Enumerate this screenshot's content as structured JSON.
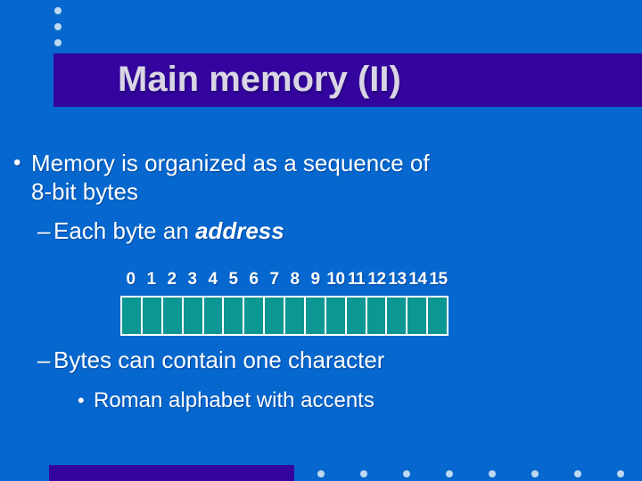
{
  "slide_title": "Main memory (II)",
  "bullets": {
    "bullet1": {
      "marker": "•",
      "line1": "Memory is organized as a sequence of",
      "line2": "8-bit bytes"
    },
    "bullet2": {
      "marker": "–",
      "prefix": "Each byte an ",
      "emphasis": "address"
    },
    "bullet3": {
      "marker": "–",
      "text": "Bytes can contain one character"
    },
    "bullet4": {
      "marker": "•",
      "text": "Roman alphabet with accents"
    }
  },
  "memory_diagram": {
    "address_labels": [
      "0",
      "1",
      "2",
      "3",
      "4",
      "5",
      "6",
      "7",
      "8",
      "9",
      "10",
      "11",
      "12",
      "13",
      "14",
      "15"
    ],
    "cell_count": 16
  },
  "decor": {
    "top_dot_count": 3,
    "bottom_dot_count": 8
  },
  "colors": {
    "background": "#0667CE",
    "title_bar": "#34049E",
    "footer_bar": "#34049E",
    "cell_fill": "#0D9793",
    "cell_border": "#FFFFFF",
    "body_text": "#FFFFFF",
    "title_text": "#D9D5E4",
    "decor_dot": "#BDD8F0"
  }
}
